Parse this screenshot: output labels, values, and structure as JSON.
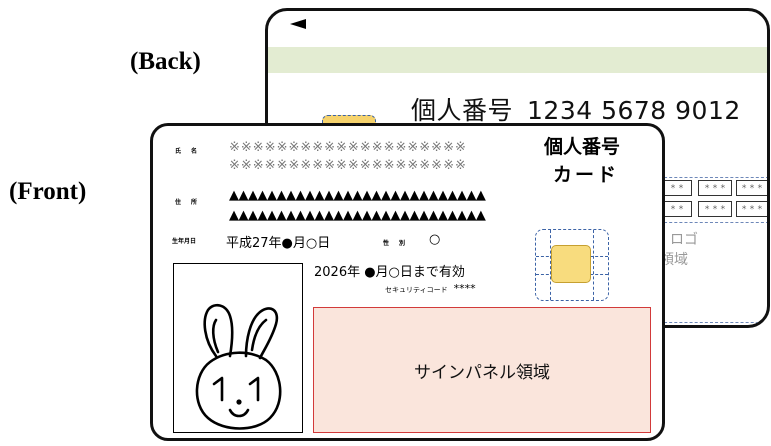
{
  "labels": {
    "back": "(Back)",
    "front": "(Front)"
  },
  "back_card": {
    "number_label": "個人番号",
    "number": "1234 5678 9012",
    "marks": [
      "※※",
      "※※"
    ],
    "logo_text": "ロゴ",
    "region_text": "領域"
  },
  "front_card": {
    "title_line1": "個人番号",
    "title_line2": "カード",
    "name_label": "氏名",
    "name_line1": "※※※※※※※※※※※※※※※※※※※※",
    "name_line2": "※※※※※※※※※※※※※※※※※※※※",
    "address_label": "住所",
    "address_line1": "▲▲▲▲▲▲▲▲▲▲▲▲▲▲▲▲▲▲▲▲▲▲▲▲▲▲▲",
    "address_line2": "▲▲▲▲▲▲▲▲▲▲▲▲▲▲▲▲▲▲▲▲▲▲▲▲▲▲▲",
    "dob_label": "生年月日",
    "dob_value": "平成27年●月○日",
    "sex_label": "性別",
    "sex_value": "○",
    "expiry": "2026年 ●月○日まで有効",
    "security_label": "セキュリティコード",
    "security_value": "****",
    "sign_panel_text": "サインパネル領域"
  },
  "colors": {
    "chip": "#f8dc7e",
    "sign_panel": "#fae5dc",
    "sign_border": "#d23a3a",
    "mag_stripe": "#e3ecd2",
    "dashed_blue": "#3c63a6"
  },
  "icons": [
    "rabbit-mascot-icon",
    "ic-chip-icon",
    "arrow-left-icon"
  ]
}
